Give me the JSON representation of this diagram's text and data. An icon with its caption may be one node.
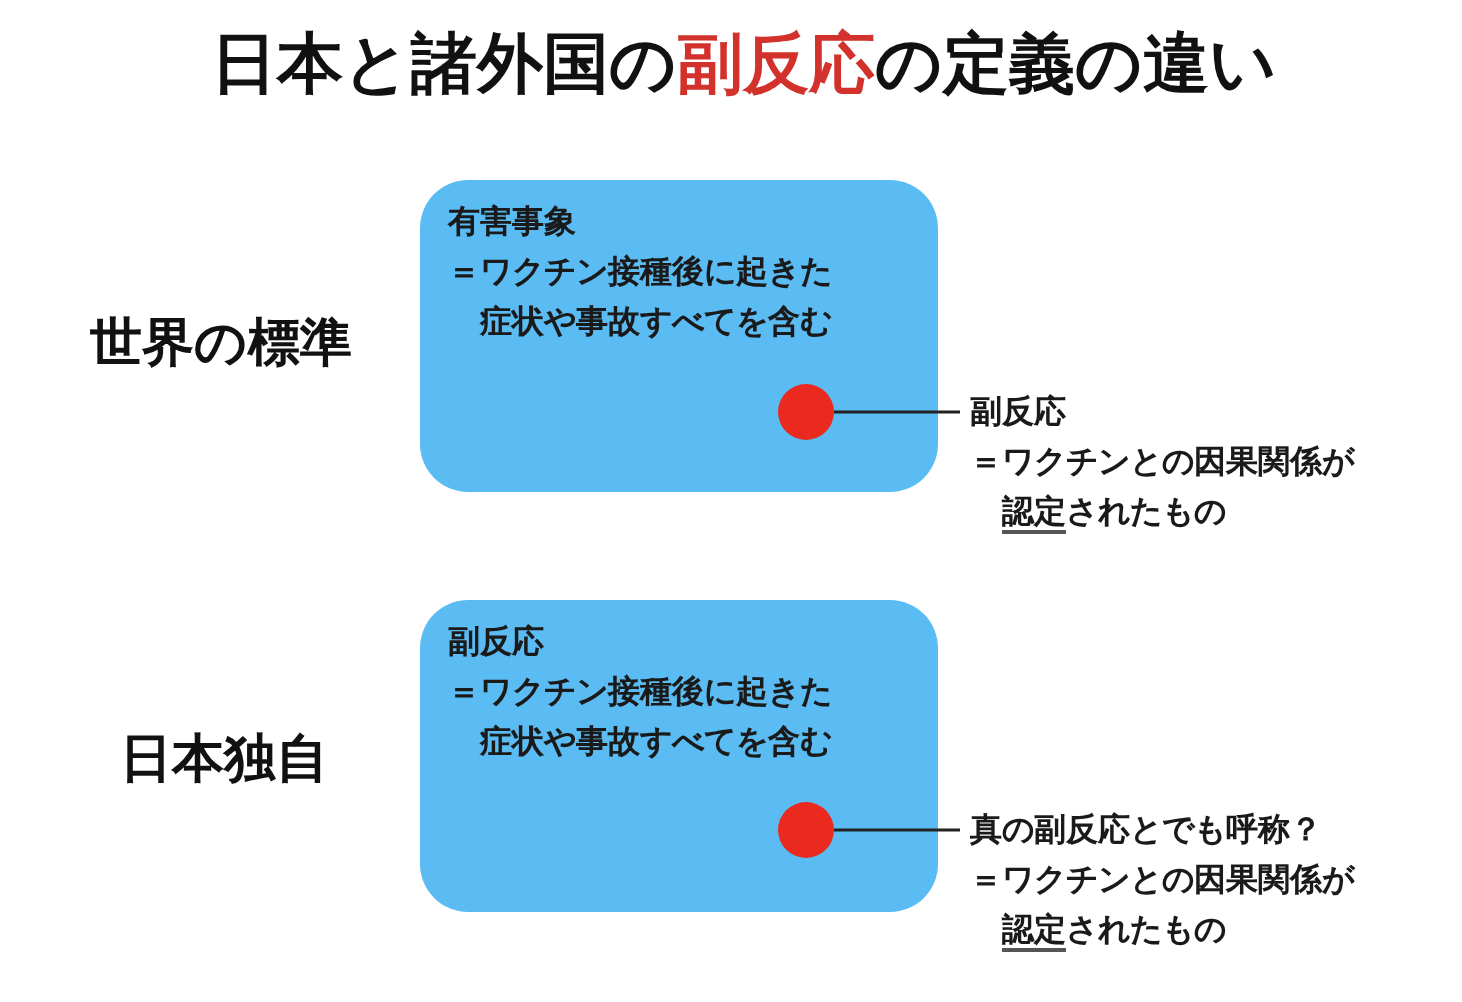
{
  "diagram": {
    "title": "日本と諸外国の**副反応**の定義の違い",
    "nodes": [
      {
        "text": [
          "有害事象",
          "＝ワクチン接種後に起きた症状や事故すべてを含む"
        ]
      },
      {
        "text": [],
        "shape": "circle",
        "in": 0
      },
      {
        "text": [
          "副反応",
          "＝ワクチンとの因果関係が**認定**されたもの"
        ]
      },
      {
        "text": [
          "副反応",
          "＝ワクチン接種後に起きた症状や事故すべてを含む"
        ]
      },
      {
        "text": [],
        "shape": "circle",
        "in": 3
      },
      {
        "text": [
          "真の副反応とでも呼称？",
          "＝ワクチンとの因果関係が**認定**されたもの"
        ]
      }
    ],
    "edges": [
      {
        "from": 2,
        "to": 1,
        "arrow": "none"
      },
      {
        "from": 5,
        "to": 4,
        "arrow": "none"
      }
    ],
    "labels": [
      "世界の標準",
      "日本独自"
    ]
  }
}
